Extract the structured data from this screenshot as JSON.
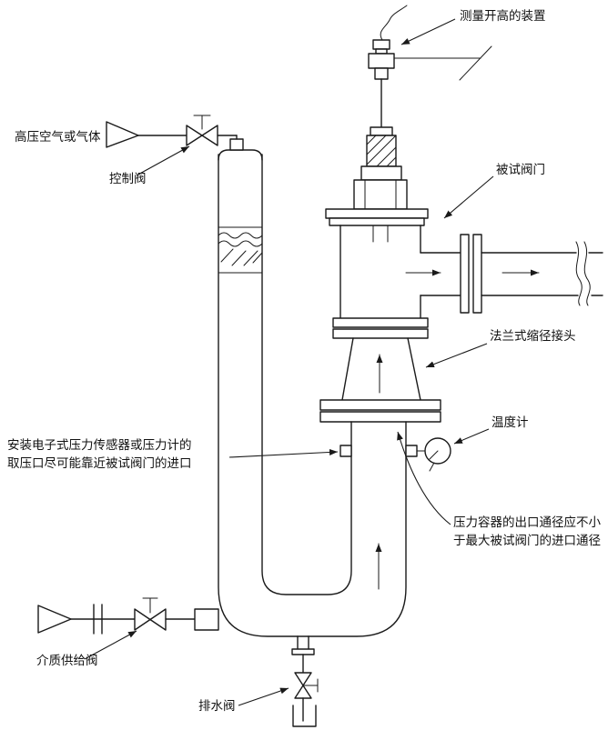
{
  "page": {
    "background": "#ffffff",
    "line_color": "#1a1a1a"
  },
  "labels": {
    "lift_device": "测量开高的装置",
    "hp_gas": "高压空气或气体",
    "control_valve": "控制阀",
    "test_valve": "被试阀门",
    "reducer_joint": "法兰式缩径接头",
    "thermometer": "温度计",
    "supply_valve": "介质供给阀",
    "drain_valve": "排水阀"
  },
  "notes": {
    "pressure_tap": [
      "安装电子式压力传感器或压力计的",
      "取压口尽可能靠近被试阀门的进口"
    ],
    "vessel_outlet": [
      "压力容器的出口通径应不小",
      "于最大被试阀门的进口通径"
    ]
  }
}
